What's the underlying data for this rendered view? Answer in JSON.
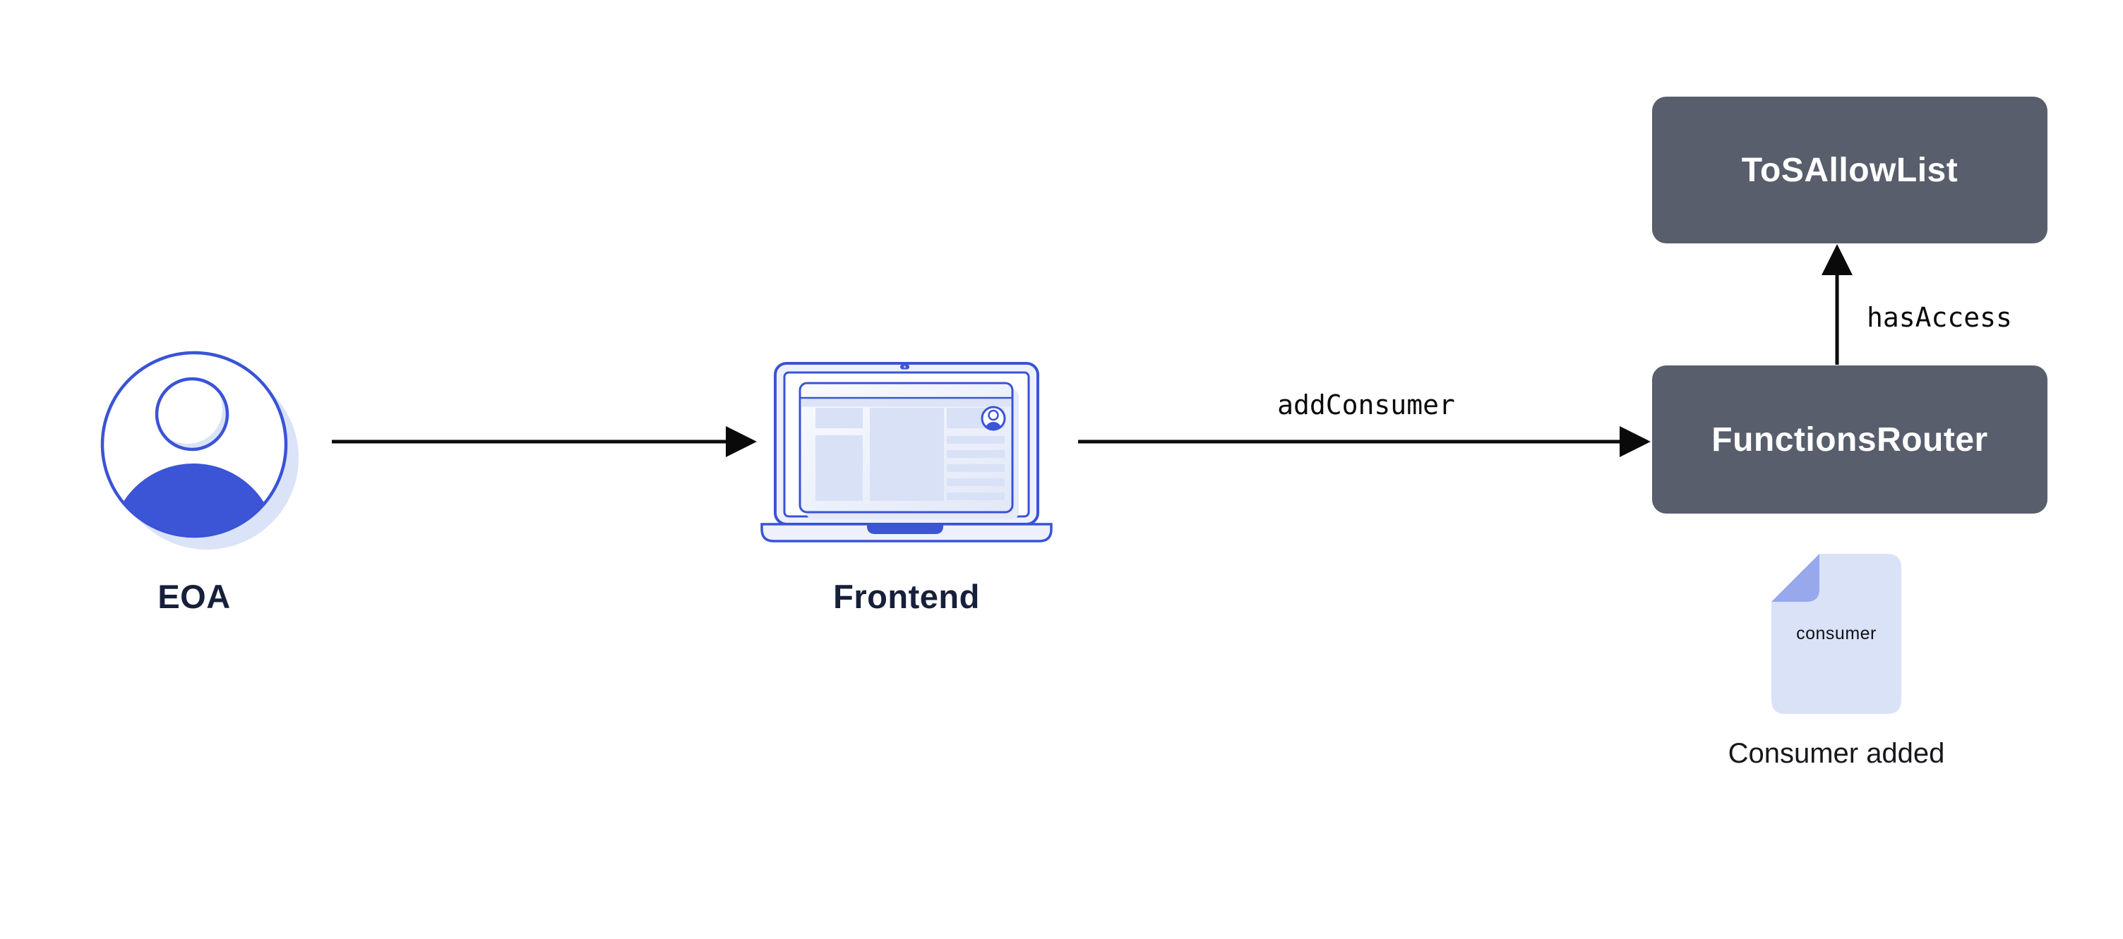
{
  "diagram_type": "architecture-flow",
  "nodes": {
    "eoa": {
      "label": "EOA",
      "icon": "user-avatar-icon"
    },
    "frontend": {
      "label": "Frontend",
      "icon": "laptop-icon"
    },
    "tos_allow_list": {
      "label": "ToSAllowList",
      "shape": "dark-rounded-box"
    },
    "functions_router": {
      "label": "FunctionsRouter",
      "shape": "dark-rounded-box"
    }
  },
  "edges": {
    "eoa_to_frontend": {
      "from": "eoa",
      "to": "frontend",
      "label": ""
    },
    "frontend_to_functions_router": {
      "from": "frontend",
      "to": "functions_router",
      "label": "addConsumer"
    },
    "functions_router_to_tos_allow_list": {
      "from": "functions_router",
      "to": "tos_allow_list",
      "label": "hasAccess"
    }
  },
  "artifact": {
    "icon": "document-icon",
    "doc_label": "consumer",
    "caption": "Consumer added"
  },
  "colors": {
    "box_bg": "#585e6c",
    "box_text": "#ffffff",
    "accent_blue": "#3a53d6",
    "fill_blue": "#3c55d6",
    "panel_blue": "#d9e1f7",
    "pale_blue": "#eef1fc",
    "shadow_blue": "#dbe3f8",
    "doc_fill": "#dae2f8",
    "doc_fold": "#97a9ec",
    "label_navy": "#16203a",
    "arrow_black": "#0a0a0a",
    "background": "#ffffff"
  }
}
